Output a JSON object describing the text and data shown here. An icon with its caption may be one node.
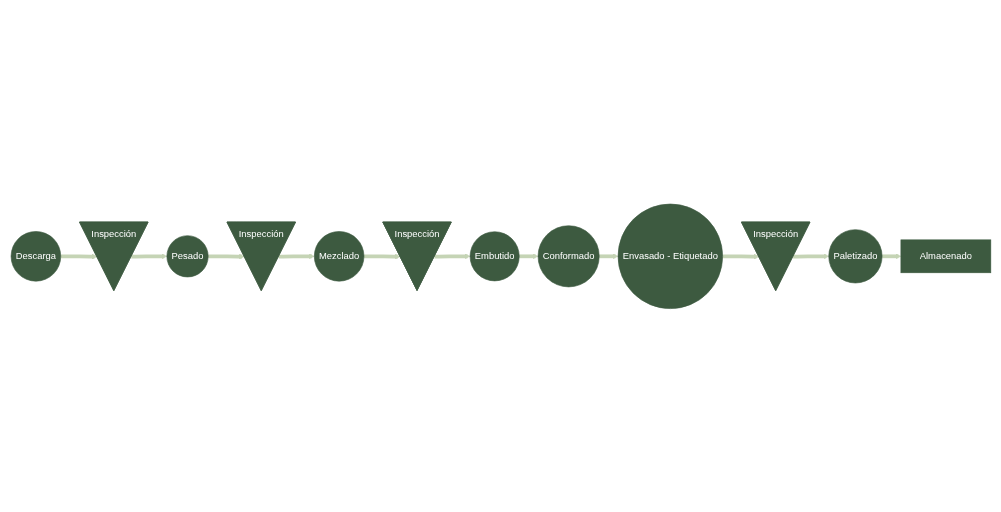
{
  "diagram": {
    "nodes": [
      {
        "text": [
          "Descarga"
        ]
      },
      {
        "text": [
          "Inspección"
        ]
      },
      {
        "text": [
          "Pesado"
        ]
      },
      {
        "text": [
          "Inspección"
        ]
      },
      {
        "text": [
          "Mezclado"
        ]
      },
      {
        "text": [
          "Inspección"
        ]
      },
      {
        "text": [
          "Embutido"
        ]
      },
      {
        "text": [
          "Conformado"
        ]
      },
      {
        "text": [
          "Envasado - Etiquetado"
        ]
      },
      {
        "text": [
          "Inspección"
        ]
      },
      {
        "text": [
          "Paletizado"
        ]
      },
      {
        "text": [
          "Almacenado"
        ]
      }
    ],
    "edges": [
      {
        "from": 0,
        "to": 1,
        "arrow": "to"
      },
      {
        "from": 1,
        "to": 2,
        "arrow": "to"
      },
      {
        "from": 2,
        "to": 3,
        "arrow": "to"
      },
      {
        "from": 3,
        "to": 4,
        "arrow": "to"
      },
      {
        "from": 4,
        "to": 5,
        "arrow": "to"
      },
      {
        "from": 5,
        "to": 6,
        "arrow": "to"
      },
      {
        "from": 6,
        "to": 7,
        "arrow": "to"
      },
      {
        "from": 7,
        "to": 8,
        "arrow": "to"
      },
      {
        "from": 8,
        "to": 9,
        "arrow": "to"
      },
      {
        "from": 9,
        "to": 10,
        "arrow": "to"
      },
      {
        "from": 10,
        "to": 11,
        "arrow": "to"
      }
    ]
  }
}
